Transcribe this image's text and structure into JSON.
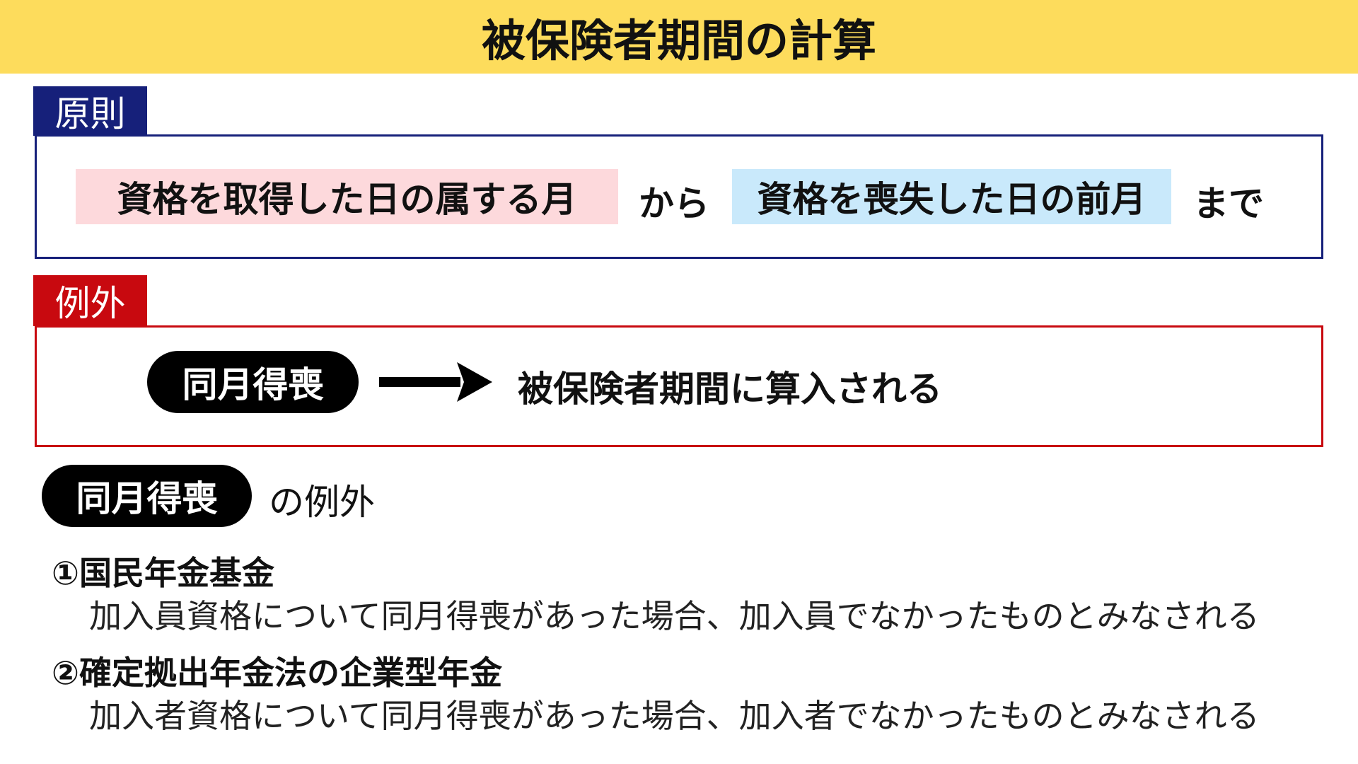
{
  "title": "被保険者期間の計算",
  "rule": {
    "tab_label": "原則",
    "from_text": "資格を取得した日の属する月",
    "connector_from": "から",
    "to_text": "資格を喪失した日の前月",
    "connector_to": "まで"
  },
  "exception": {
    "tab_label": "例外",
    "pill_label": "同月得喪",
    "result_text": "被保険者期間に算入される"
  },
  "sub_exception": {
    "pill_label": "同月得喪",
    "suffix": "の例外",
    "items": [
      {
        "heading": "①国民年金基金",
        "description": "加入員資格について同月得喪があった場合、加入員でなかったものとみなされる"
      },
      {
        "heading": "②確定拠出年金法の企業型年金",
        "description": "加入者資格について同月得喪があった場合、加入者でなかったものとみなされる"
      }
    ]
  },
  "colors": {
    "header": "#fddc5c",
    "navy": "#16207a",
    "red": "#c8090f",
    "pink": "#fdd9dc",
    "blue": "#c9e9fb"
  }
}
